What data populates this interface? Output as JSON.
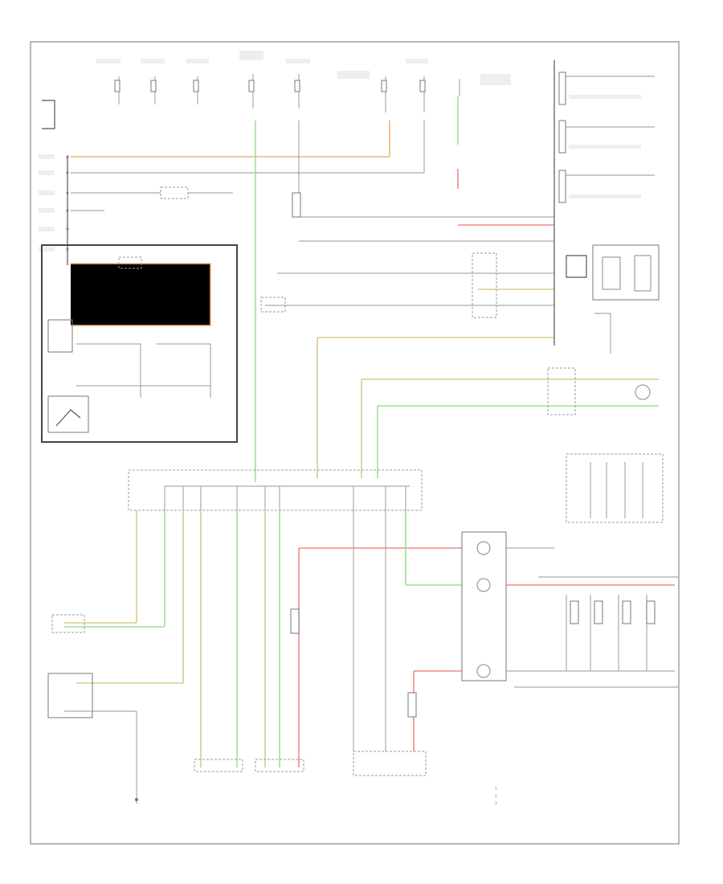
{
  "page_ref": "",
  "legend": [
    {
      "marker": "1",
      "text": ""
    },
    {
      "marker": "2",
      "text": ""
    },
    {
      "marker": "3",
      "text": ""
    }
  ]
}
